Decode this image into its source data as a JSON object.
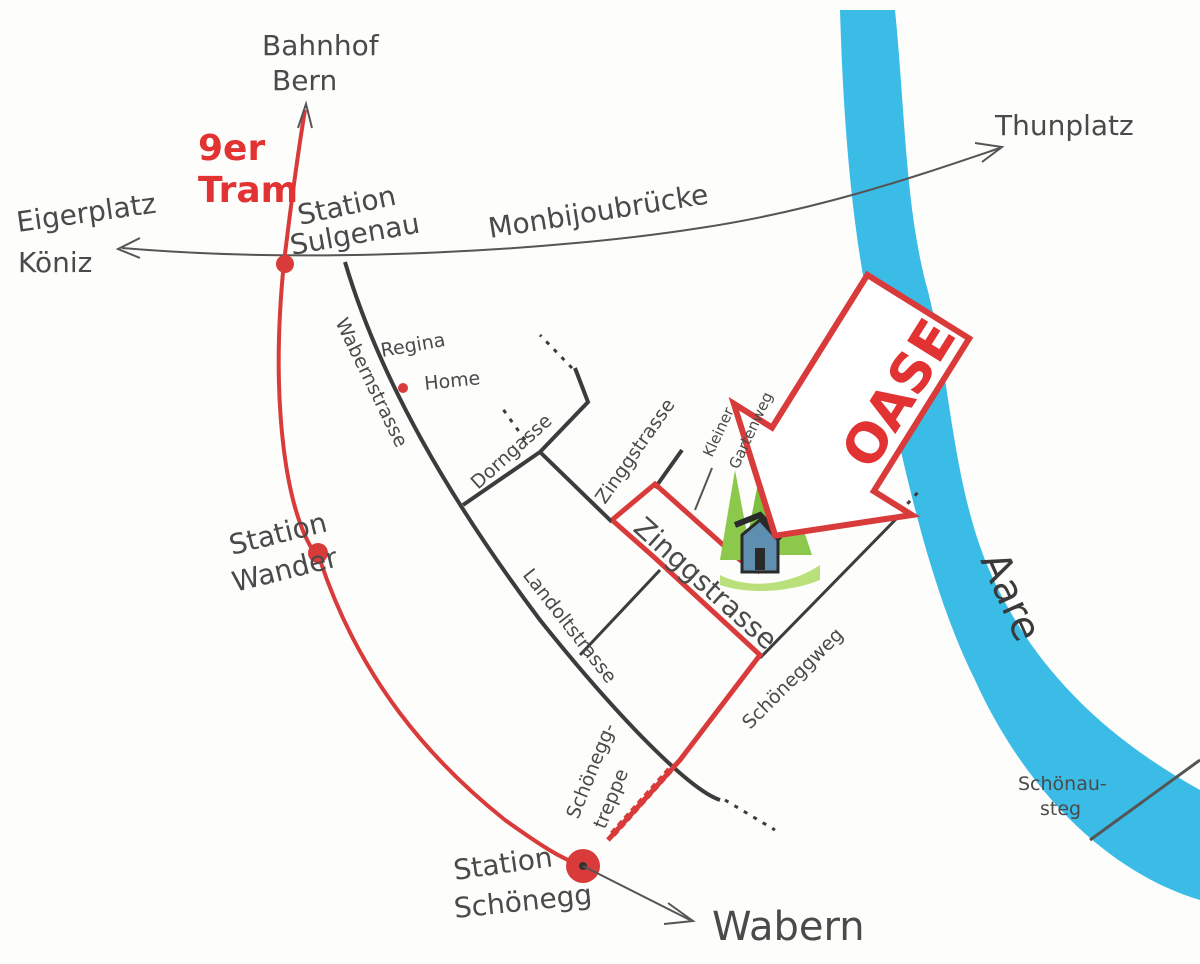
{
  "labels": {
    "bahnhof_line1": "Bahnhof",
    "bahnhof_line2": "Bern",
    "tram_line1": "9er",
    "tram_line2": "Tram",
    "eigerplatz_line1": "Eigerplatz",
    "eigerplatz_line2": "Köniz",
    "station_sulgenau_line1": "Station",
    "station_sulgenau_line2": "Sulgenau",
    "monbijoubruecke": "Monbijoubrücke",
    "thunplatz": "Thunplatz",
    "wabernstrasse": "Wabernstrasse",
    "regina_home_line1": "Regina",
    "regina_home_line2": "Home",
    "dorngasse": "Dorngasse",
    "zinggstrasse_top": "Zinggstrasse",
    "kleiner_gartenweg_line1": "Kleiner",
    "kleiner_gartenweg_line2": "Gartenweg",
    "oase": "OASE",
    "zinggstrasse_main": "Zinggstrasse",
    "station_wander_line1": "Station",
    "station_wander_line2": "Wander",
    "landoltstrasse": "Landoltstrasse",
    "schoeneggweg": "Schöneggweg",
    "aare": "Aare",
    "schoenausteg_line1": "Schönau-",
    "schoenausteg_line2": "steg",
    "schoenegg_treppe_line1": "Schönegg-",
    "schoenegg_treppe_line2": "treppe",
    "station_schoenegg_line1": "Station",
    "station_schoenegg_line2": "Schönegg",
    "wabern": "Wabern"
  },
  "colors": {
    "river": "#2fb8e6",
    "tram": "#d93a3a",
    "street": "#3c3c3c",
    "tree": "#8cc84b",
    "house_wall": "#5f8fb0",
    "house_roof": "#2a2a2a"
  }
}
